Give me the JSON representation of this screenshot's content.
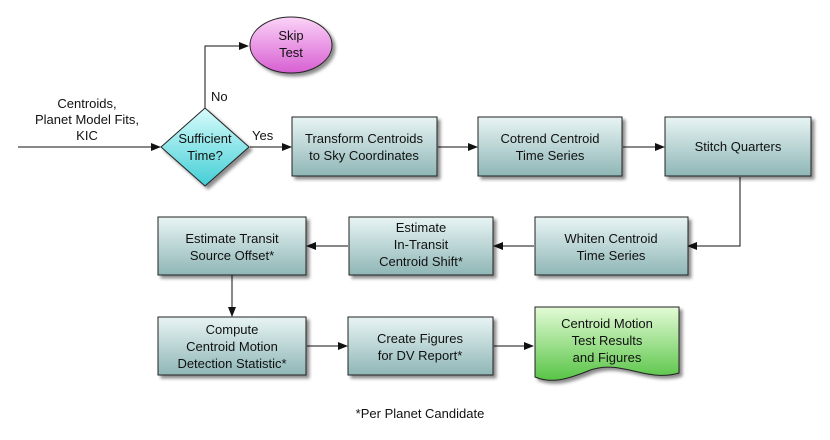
{
  "inputs": [
    "Centroids,",
    "Planet Model Fits,",
    "KIC"
  ],
  "decision": {
    "lines": [
      "Sufficient",
      "Time?"
    ]
  },
  "edges": {
    "no": "No",
    "yes": "Yes"
  },
  "skip": {
    "lines": [
      "Skip",
      "Test"
    ]
  },
  "steps": {
    "transform": [
      "Transform Centroids",
      "to Sky Coordinates"
    ],
    "cotrend": [
      "Cotrend Centroid",
      "Time Series"
    ],
    "stitch": [
      "Stitch Quarters"
    ],
    "whiten": [
      "Whiten Centroid",
      "Time Series"
    ],
    "shift": [
      "Estimate",
      "In-Transit",
      "Centroid Shift*"
    ],
    "offset": [
      "Estimate Transit",
      "Source Offset*"
    ],
    "compute": [
      "Compute",
      "Centroid Motion",
      "Detection Statistic*"
    ],
    "figures": [
      "Create Figures",
      "for DV Report*"
    ]
  },
  "output": {
    "lines": [
      "Centroid Motion",
      "Test Results",
      "and Figures"
    ]
  },
  "footnote": "*Per Planet Candidate",
  "colors": {
    "box_light": "#e8f4f4",
    "box_dark": "#8fb6b6",
    "skip_light": "#fbd3f7",
    "skip_dark": "#d75fd2",
    "output_light": "#e3fbd6",
    "output_dark": "#58c446",
    "decision_light": "#d8fbfb",
    "decision_dark": "#43cfd6"
  }
}
